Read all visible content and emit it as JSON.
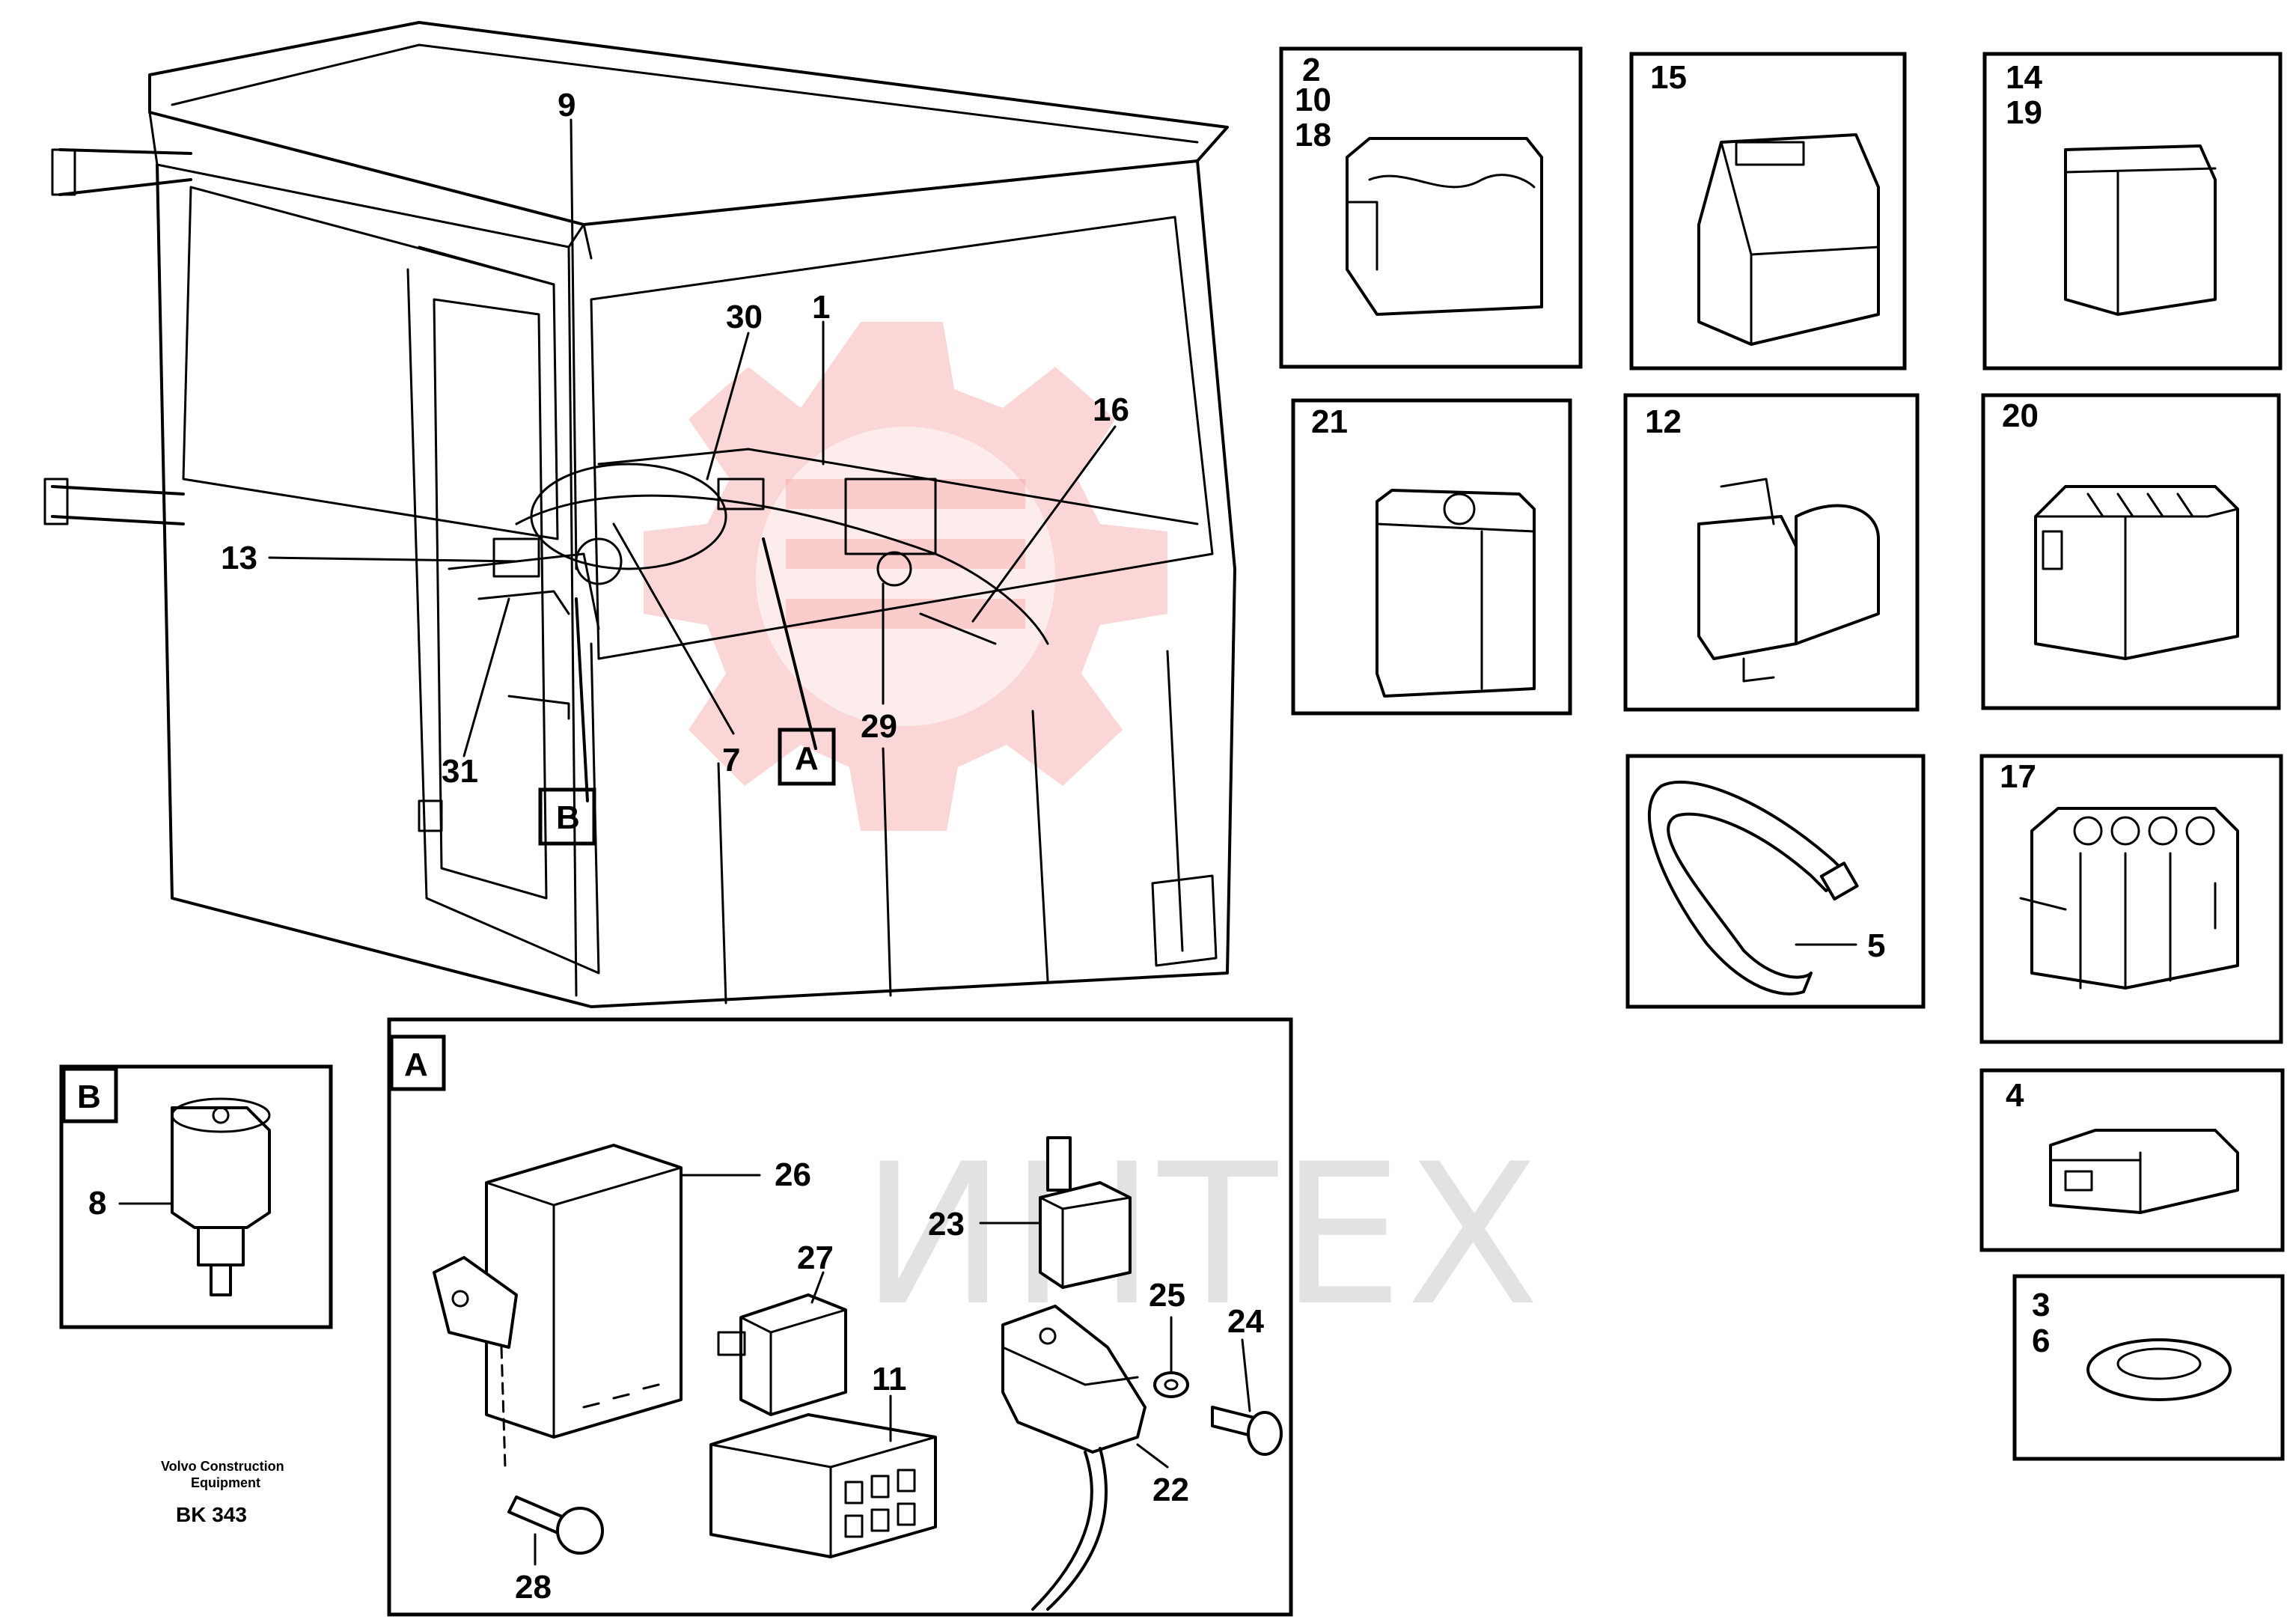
{
  "watermark": {
    "text": "ИНТЕХ",
    "color": "#f26b6b",
    "text_color": "#9a9a9a"
  },
  "overview": {
    "callouts": [
      "9",
      "30",
      "1",
      "16",
      "13",
      "31",
      "7",
      "29"
    ],
    "detail_markers": [
      "A",
      "B"
    ]
  },
  "parts_panels": [
    {
      "labels": [
        "2",
        "10",
        "18"
      ]
    },
    {
      "labels": [
        "15"
      ]
    },
    {
      "labels": [
        "14",
        "19"
      ]
    },
    {
      "labels": [
        "21"
      ]
    },
    {
      "labels": [
        "12"
      ]
    },
    {
      "labels": [
        "20"
      ]
    },
    {
      "labels": [
        "5"
      ]
    },
    {
      "labels": [
        "17"
      ]
    },
    {
      "labels": [
        "4"
      ]
    },
    {
      "labels": [
        "3",
        "6"
      ]
    }
  ],
  "detail_b": {
    "marker": "B",
    "callouts": [
      "8"
    ]
  },
  "detail_a": {
    "marker": "A",
    "callouts": [
      "26",
      "27",
      "23",
      "25",
      "24",
      "11",
      "22",
      "28"
    ]
  },
  "footer": {
    "company_line1": "Volvo Construction",
    "company_line2": "Equipment",
    "code": "BK 343"
  }
}
